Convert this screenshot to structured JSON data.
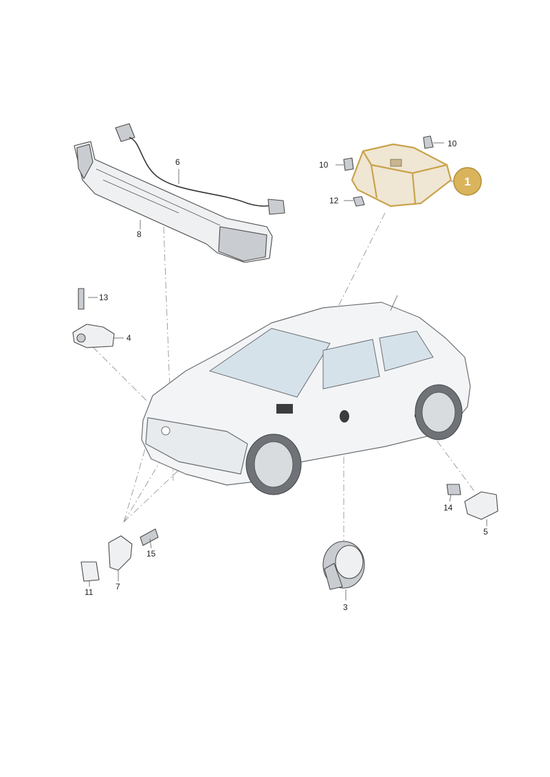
{
  "diagram": {
    "highlight": {
      "label": "1",
      "color": "#d9b45c",
      "outline_color": "#c9a24a"
    },
    "callouts": {
      "c3": "3",
      "c4": "4",
      "c5": "5",
      "c6": "6",
      "c7": "7",
      "c8": "8",
      "c10a": "10",
      "c10b": "10",
      "c11": "11",
      "c12": "12",
      "c13": "13",
      "c14": "14",
      "c15": "15"
    }
  }
}
